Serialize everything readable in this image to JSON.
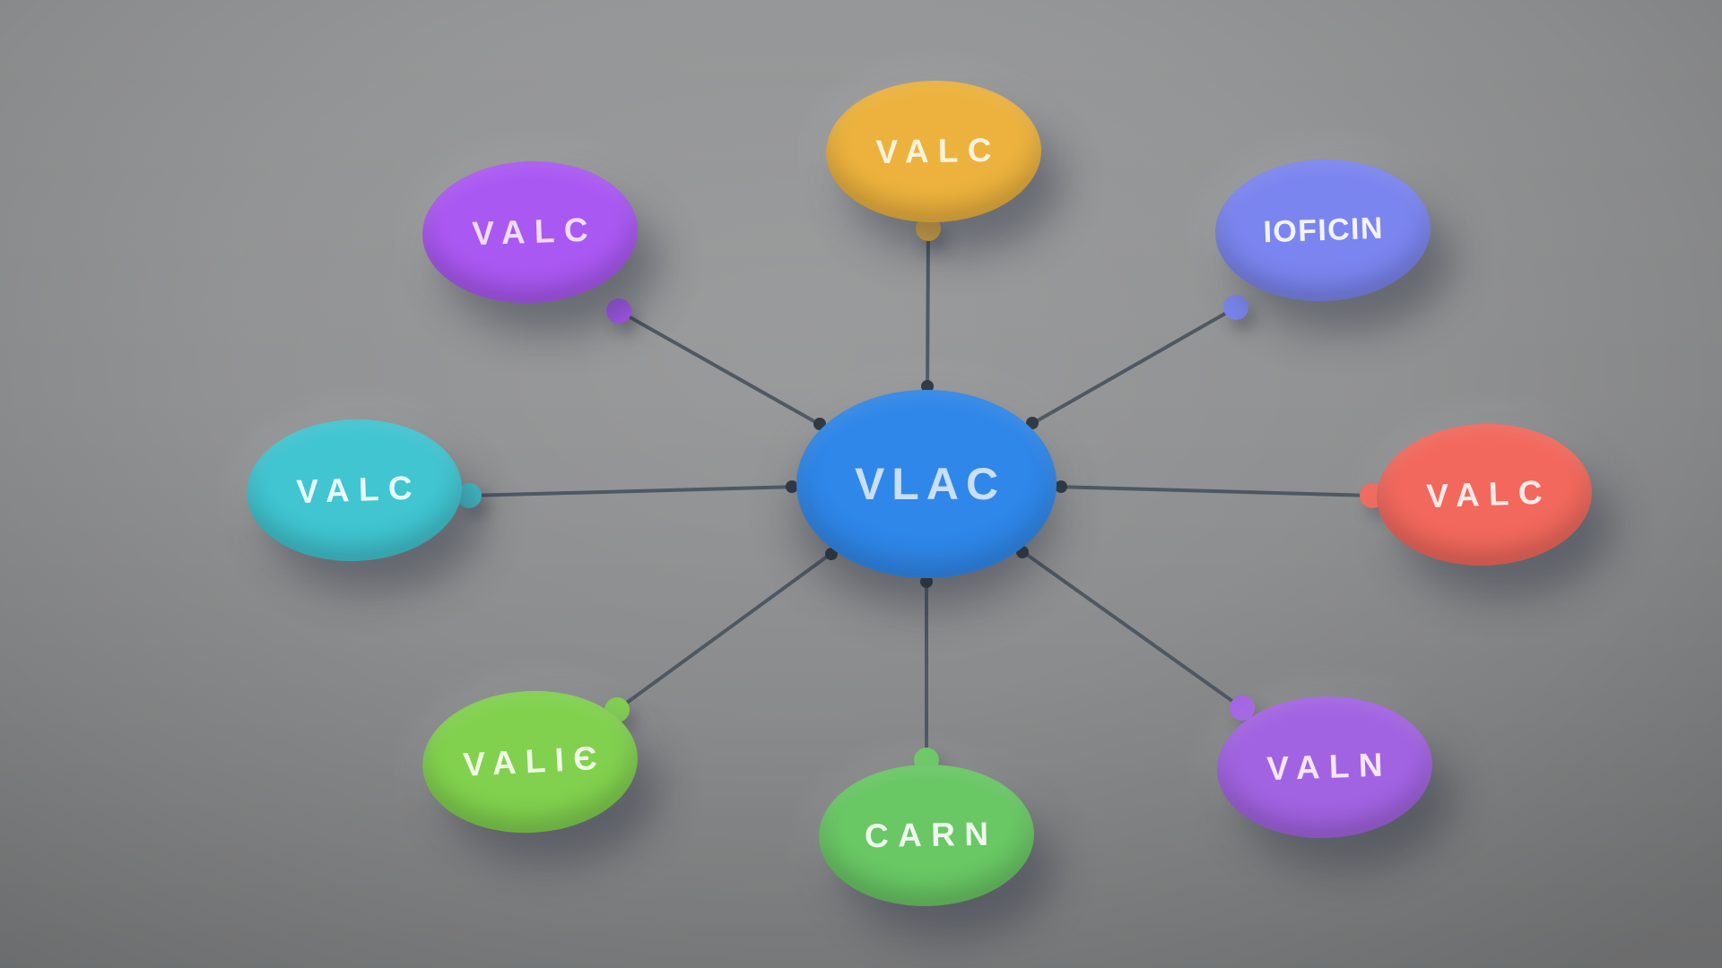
{
  "canvas": {
    "background_color": "#8e8f90",
    "line_color": "#48545f",
    "dot_color": "#2b343d"
  },
  "center_node": {
    "label": "VLAC",
    "color": "#2f87e9",
    "text_color": "#c9def7"
  },
  "nodes": [
    {
      "position": "top",
      "label": "VALC",
      "color": "#ecb23d",
      "text_color": "#f9f3dc"
    },
    {
      "position": "upper-right",
      "label": "IOFICIN",
      "color": "#7b85ef",
      "text_color": "#f2f3fe"
    },
    {
      "position": "right",
      "label": "VALC",
      "color": "#f2685c",
      "text_color": "#fdeae8"
    },
    {
      "position": "lower-right",
      "label": "VALN",
      "color": "#a263e2",
      "text_color": "#f2e6fc"
    },
    {
      "position": "bottom",
      "label": "CARN",
      "color": "#69c764",
      "text_color": "#eefaee"
    },
    {
      "position": "lower-left",
      "label": "VALIЄ",
      "color": "#81d14e",
      "text_color": "#f0fae4"
    },
    {
      "position": "left",
      "label": "VALC",
      "color": "#40c5d1",
      "text_color": "#e8fbfc"
    },
    {
      "position": "upper-left",
      "label": "VALC",
      "color": "#aa58f2",
      "text_color": "#eedcfc"
    }
  ]
}
